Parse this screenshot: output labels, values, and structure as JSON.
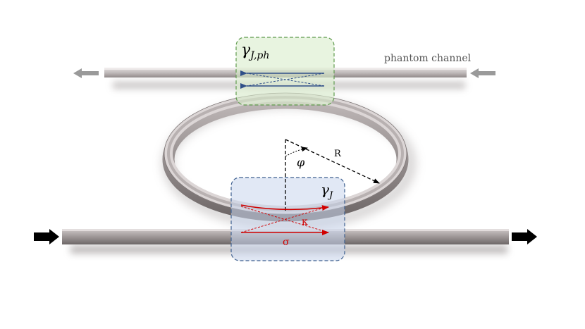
{
  "labels": {
    "phantom_channel": "phantom channel",
    "gamma_ph_main": "γ",
    "gamma_ph_sub": "J,ph",
    "gamma_j_main": "γ",
    "gamma_j_sub": "J",
    "phi": "φ",
    "radius": "R",
    "kappa": "κ",
    "sigma": "σ"
  },
  "colors": {
    "phantom_box_fill": "#d8eccb",
    "phantom_box_stroke": "#5f9b4d",
    "bus_box_fill": "#c9d6ec",
    "bus_box_stroke": "#3d5f8f",
    "coupling_arrows_bus": "#d10000",
    "coupling_arrows_phantom": "#2f4f88",
    "waveguide": "#a49c9c",
    "ring": "#8a8383",
    "input_arrow": "#000000",
    "phantom_arrow": "#9a9a9a"
  }
}
